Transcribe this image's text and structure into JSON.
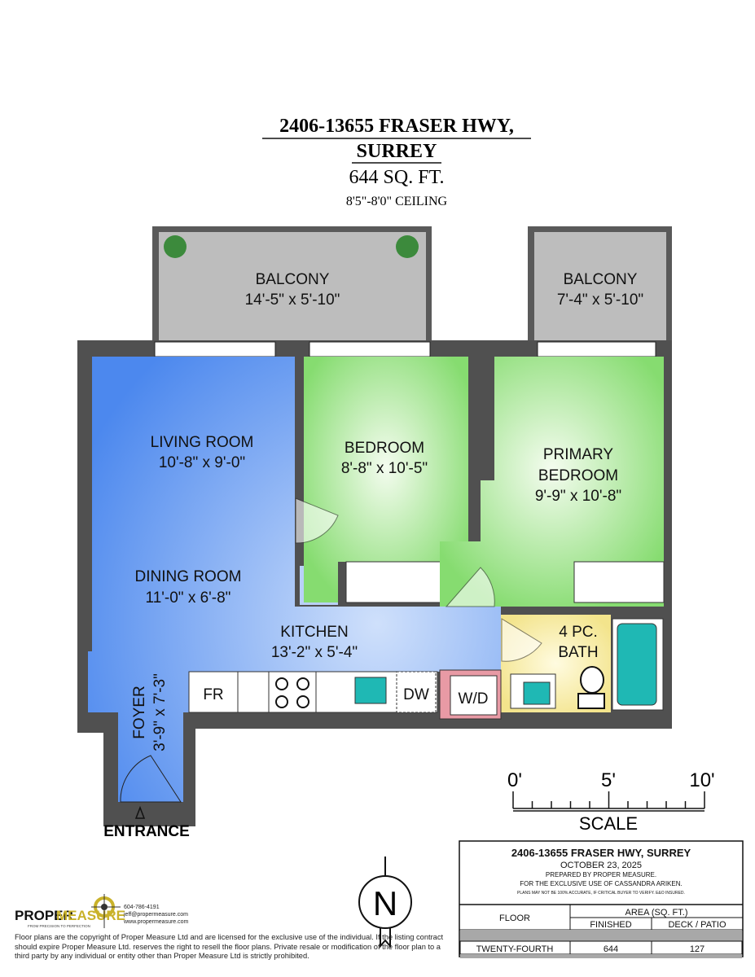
{
  "header": {
    "address_line1": "2406-13655 FRASER HWY,",
    "address_line2": "SURREY",
    "area": "644 SQ. FT.",
    "ceiling": "8'5\"-8'0\" CEILING"
  },
  "rooms": {
    "balcony1": {
      "name": "BALCONY",
      "size": "14'-5\" x 5'-10\""
    },
    "balcony2": {
      "name": "BALCONY",
      "size": "7'-4\" x 5'-10\""
    },
    "living": {
      "name": "LIVING ROOM",
      "size": "10'-8\" x 9'-0\""
    },
    "dining": {
      "name": "DINING ROOM",
      "size": "11'-0\" x 6'-8\""
    },
    "bedroom": {
      "name": "BEDROOM",
      "size": "8'-8\" x 10'-5\""
    },
    "primary": {
      "name_line1": "PRIMARY",
      "name_line2": "BEDROOM",
      "size": "9'-9\" x 10'-8\""
    },
    "kitchen": {
      "name": "KITCHEN",
      "size": "13'-2\" x 5'-4\""
    },
    "bath": {
      "name_line1": "4 PC.",
      "name_line2": "BATH"
    },
    "foyer": {
      "name": "FOYER",
      "size": "3'-9\" x 7'-3\""
    }
  },
  "fixtures": {
    "fridge": "FR",
    "dishwasher": "DW",
    "washer_dryer": "W/D"
  },
  "entrance": "ENTRANCE",
  "compass": {
    "label": "N"
  },
  "scale": {
    "ticks": [
      "0'",
      "5'",
      "10'"
    ],
    "label": "SCALE"
  },
  "info_box": {
    "title": "2406-13655 FRASER HWY, SURREY",
    "date": "OCTOBER 23, 2025",
    "prepared": "PREPARED BY PROPER MEASURE.",
    "exclusive": "FOR THE EXCLUSIVE USE OF CASSANDRA ARIKEN.",
    "disclaimer": "PLANS MAY NOT BE 100% ACCURATE, IF CRITICAL BUYER TO VERIFY. E&O INSURED.",
    "col_floor": "FLOOR",
    "col_area": "AREA (SQ. FT.)",
    "col_finished": "FINISHED",
    "col_deck": "DECK / PATIO",
    "rows": [
      {
        "floor": "TWENTY-FOURTH",
        "finished": "644",
        "deck": "127"
      }
    ]
  },
  "brand": {
    "logo_word1": "PROPER",
    "logo_word2": "MEASURE",
    "tagline": "FROM PRECISION TO PERFECTION",
    "phone": "604-786-4191",
    "email": "jeff@propermeasure.com",
    "website": "www.propermeasure.com",
    "copyright": "Floor plans are the copyright of Proper Measure Ltd and are licensed for the exclusive use of the individual.  If the listing contract should expire Proper Measure Ltd. reserves the right to resell the floor plans.  Private resale or modification of the floor plan to a third party by any individual or entity other than Proper Measure Ltd is strictly prohibited."
  },
  "colors": {
    "living": "#5b95f0",
    "bedroom": "#8ee07a",
    "bath": "#f7eb9c",
    "wall": "#505050",
    "balcony": "#bdbdbd",
    "logo_gold": "#c9b22a"
  }
}
